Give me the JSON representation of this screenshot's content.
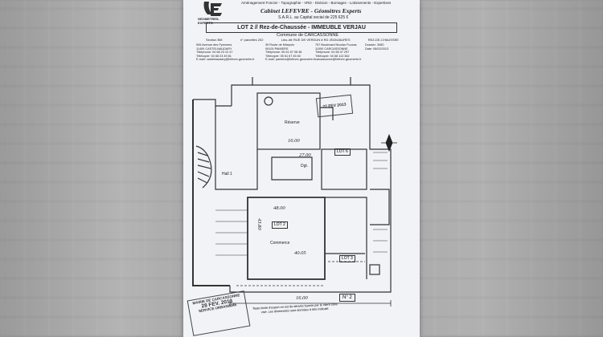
{
  "header": {
    "logo_text": "GEOMETRES-EXPERTS",
    "tagline": "Aménagement Foncier - Topographie - VRD - Division - Bornages - Lotissements - Expertises",
    "cabinet": "Cabinet LEFEVRE - Géomètres Experts",
    "company": "S.A.R.L. au Capital social de 225 625 €",
    "lot_title": "LOT 2 // Rez-de-Chaussée - IMMEUBLE VERJAU",
    "commune": "Commune de CARCASSONNE",
    "section": "Section BM",
    "parcel": "n° parcelles 202",
    "lieu": "Lieu-dit: RUE DE VERDUN 8 RD JEANJAURES",
    "floor": "REZ-DE-CHAUSSEE",
    "offices": [
      {
        "line1": "906 Avenue des Pyrenees",
        "line2": "11400 CASTELNAUDARY",
        "line3": "Téléphone: 04 68 23 10 47",
        "line4": "Télécopie: 04 68 23 49 81"
      },
      {
        "line1": "39 Route de Mirepoix",
        "line2": "09100 PAMIERS",
        "line3": "Téléphone: 05 61 67 08 48",
        "line4": "Télécopie: 05 61 67 45 60"
      },
      {
        "line1": "757 Boulevard Nicolas Foucas",
        "line2": "11000 CARCASSONNE",
        "line3": "Téléphone: 04 68 47 297",
        "line4": "Télécopie: 04 68 113 362"
      }
    ],
    "dossier": "Dossier: 3080",
    "dossier_date": "Date: 08/02/2013",
    "emails": [
      "E-mail: castelnaudary@lefevre-geometre.fr",
      "E-mail: pamiers@lefevre-geometre.fr",
      "carcassonne@lefevre-geometre.fr"
    ]
  },
  "plan": {
    "rooms": {
      "reserve": "Réserve",
      "lot6": "LOT 6",
      "hall": "Hall 1",
      "dgt": "Dgt.",
      "lot2": "LOT 2",
      "commerce": "Commerce",
      "lot3": "LOT 3"
    },
    "measurements": {
      "m1": "16.00",
      "m2": "27.00",
      "m3": "48.00",
      "m4": "43.80",
      "m5": "40.05",
      "m6": "16.00"
    },
    "plan_number": "N° 2",
    "stamp_date": "27 FEV 2013",
    "mairie_title": "MAIRIE DE CARCASSONNE",
    "mairie_date": "28 FEV. 2013",
    "mairie_service": "SERVICE URBANISME",
    "notice": "Toute limite d'expert en est de dérivés fournie par le client sans visé. Les dimensions sont données à titre indicatif."
  }
}
